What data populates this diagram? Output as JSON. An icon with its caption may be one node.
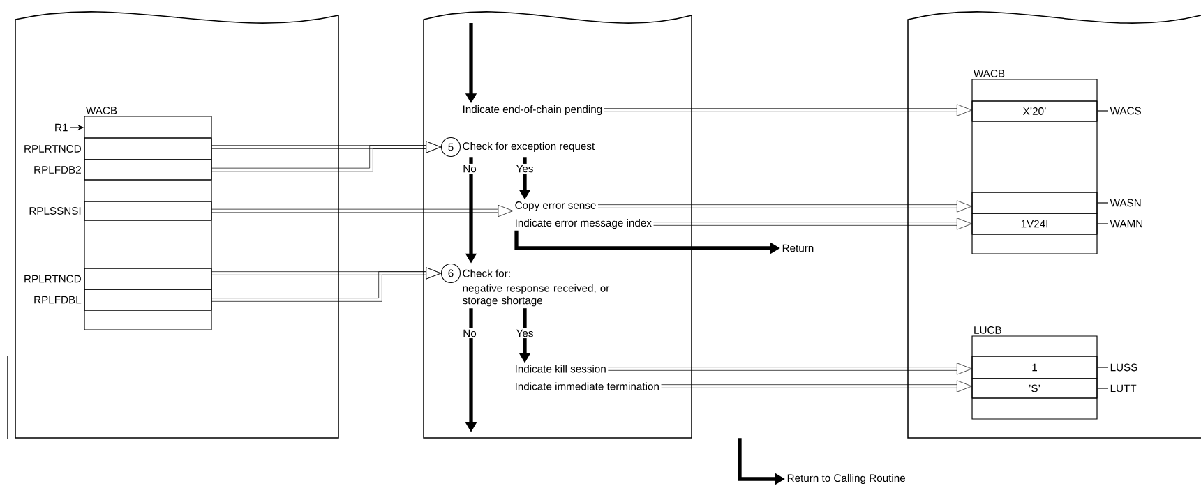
{
  "diagram": {
    "nodes": [
      {
        "text": [],
        "shape": "box"
      },
      {
        "text": [
          "WACB"
        ],
        "in": 0
      },
      {
        "text": [
          "RPLRTNCD"
        ],
        "in": 1
      },
      {
        "text": [
          "RPLFDB2"
        ],
        "in": 1
      },
      {
        "text": [
          "RPLSSNSI"
        ],
        "in": 1
      },
      {
        "text": [
          "RPLRTNCD"
        ],
        "in": 1
      },
      {
        "text": [
          "RPLFDBL"
        ],
        "in": 1
      },
      {
        "text": [],
        "shape": "box"
      },
      {
        "text": [
          "Indicate end-of-chain pending"
        ],
        "in": 7
      },
      {
        "text": [
          "5",
          "Check for exception request"
        ],
        "in": 7
      },
      {
        "text": [
          "Copy error sense"
        ],
        "in": 7
      },
      {
        "text": [
          "Indicate error message index"
        ],
        "in": 7
      },
      {
        "text": [
          "Return"
        ]
      },
      {
        "text": [
          "6",
          "Check for:",
          "negative response received, or storage shortage"
        ],
        "in": 7
      },
      {
        "text": [
          "Indicate kill session"
        ],
        "in": 7
      },
      {
        "text": [
          "Indicate immediate termination"
        ],
        "in": 7
      },
      {
        "text": [
          "Return to Calling Routine"
        ]
      },
      {
        "text": [],
        "shape": "box"
      },
      {
        "text": [
          "WACB"
        ],
        "in": 17
      },
      {
        "text": [
          "X’20’"
        ],
        "in": 18
      },
      {
        "text": [],
        "shape": "box",
        "in": 18
      },
      {
        "text": [
          "1V24I"
        ],
        "in": 18
      },
      {
        "text": [
          "LUCB"
        ],
        "in": 17
      },
      {
        "text": [
          "1"
        ],
        "in": 22
      },
      {
        "text": [
          "’S’"
        ],
        "in": 22
      },
      {
        "text": [
          "R1"
        ],
        "in": 0
      },
      {
        "text": [
          "WACS"
        ],
        "in": 17
      },
      {
        "text": [
          "WASN"
        ],
        "in": 17
      },
      {
        "text": [
          "WAMN"
        ],
        "in": 17
      },
      {
        "text": [
          "LUSS"
        ],
        "in": 17
      },
      {
        "text": [
          "LUTT"
        ],
        "in": 17
      }
    ],
    "edges": [
      {
        "from": null,
        "to": 8,
        "arrow": "to",
        "style": "thick"
      },
      {
        "from": 8,
        "to": 19,
        "arrow": "to"
      },
      {
        "from": 2,
        "to": 9,
        "arrow": "to"
      },
      {
        "from": 3,
        "to": 9,
        "arrow": "to"
      },
      {
        "from": 9,
        "to": 13,
        "arrow": "to",
        "style": "thick",
        "label": "No"
      },
      {
        "from": 9,
        "to": 10,
        "arrow": "to",
        "style": "thick",
        "label": "Yes"
      },
      {
        "from": 4,
        "to": 10,
        "arrow": "to"
      },
      {
        "from": 10,
        "to": 20,
        "arrow": "to"
      },
      {
        "from": 11,
        "to": 21,
        "arrow": "to"
      },
      {
        "from": 11,
        "to": 12,
        "arrow": "to",
        "style": "thick"
      },
      {
        "from": 5,
        "to": 13,
        "arrow": "to"
      },
      {
        "from": 6,
        "to": 13,
        "arrow": "to"
      },
      {
        "from": 13,
        "to": null,
        "arrow": "to",
        "style": "thick",
        "label": "No"
      },
      {
        "from": 13,
        "to": 14,
        "arrow": "to",
        "style": "thick",
        "label": "Yes"
      },
      {
        "from": 14,
        "to": 23,
        "arrow": "to"
      },
      {
        "from": 15,
        "to": 24,
        "arrow": "to"
      },
      {
        "from": 7,
        "to": 16,
        "arrow": "to",
        "style": "thick"
      },
      {
        "from": 25,
        "to": 1,
        "arrow": "to"
      },
      {
        "from": 26,
        "to": 19,
        "arrow": "none"
      },
      {
        "from": 27,
        "to": 20,
        "arrow": "none"
      },
      {
        "from": 28,
        "to": 21,
        "arrow": "none"
      },
      {
        "from": 29,
        "to": 23,
        "arrow": "none"
      },
      {
        "from": 30,
        "to": 24,
        "arrow": "none"
      }
    ]
  }
}
